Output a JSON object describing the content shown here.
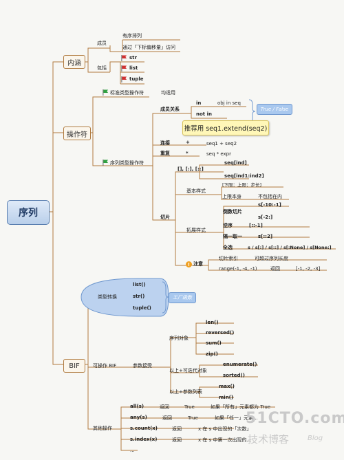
{
  "root": "序列",
  "neihan": {
    "label": "内涵",
    "chengyuan": "成员",
    "youxu": "有序排列",
    "tongguo": "通过「下标偏移量」访问",
    "baokuo": "包括",
    "types": [
      "str",
      "list",
      "tuple"
    ]
  },
  "caozuofu": {
    "label": "操作符",
    "biaozhun": "标准类型操作符",
    "junshiyong": "均适用",
    "xulie": "序列类型操作符",
    "chengyuan_guanxi": "成员关系",
    "in_kw": "in",
    "in_expr": "obj in seq",
    "notin_kw": "not in",
    "truefalse": "True / False",
    "callout": "推荐用 seq1.extend(seq2)",
    "lianjie": "连接",
    "plus": "+",
    "plus_expr": "seq1 + seq2",
    "chongfu": "重复",
    "star": "*",
    "star_expr": "seq * expr",
    "qiepian": "切片",
    "brackets": "[], [:], [::]",
    "seq_ind": "seq[ind]",
    "seq_ind2": "seq[ind1:ind2]",
    "jiben": "基本样式",
    "xiaxian": "[下限：上限：步长]",
    "shangxian": "上限本身",
    "bubaokuo": "不包括在内",
    "tuozhan": "拓展样式",
    "daoshu": "倒数切片",
    "s_neg10": "s[-10:-1]",
    "s_neg2": "s[-2:]",
    "nixu": "逆序",
    "rev": "[::-1]",
    "geyi": "隔一取一",
    "step2": "s[::2]",
    "quanxuan": "全选",
    "all_forms": "s / s[:] / s[::] / s[:None] / s[None:]",
    "zhuyi": "注意",
    "qiepian_suoyin": "切片索引",
    "kechaoguo": "可超过序列长度",
    "range_expr": "range(-1, -4, -1)",
    "fanhui": "返回",
    "range_result": "[-1, -2, -3]"
  },
  "bif": {
    "label": "BIF",
    "leixing": "类型转换",
    "conv": [
      "list()",
      "str()",
      "tuple()"
    ],
    "factory": "工厂函数",
    "kecaozuo": "可操作 BIF",
    "canshu": "参数接受",
    "xulie_obj": "序列对象",
    "seq_funcs": [
      "len()",
      "reversed()",
      "sum()",
      "zip()"
    ],
    "yishang_diedai": "以上+可迭代对象",
    "iter_funcs": [
      "enumerate()",
      "sorted()"
    ],
    "yishang_canshu": "以上+参数列表",
    "arg_funcs": [
      "max()",
      "min()"
    ],
    "qita": "其他操作",
    "other": [
      {
        "func": "all(s)",
        "ret": "返回",
        "val": "True",
        "desc": "如果「所有」元素都为 True"
      },
      {
        "func": "any(s)",
        "ret": "返回",
        "val": "True",
        "desc": "如果「任一」元素..."
      },
      {
        "func": "s.count(x)",
        "ret": "返回",
        "desc": "x 在 s 中出现的「次数」"
      },
      {
        "func": "s.index(x)",
        "ret": "返回",
        "desc": "x 在 s 中第一次出现的..."
      }
    ],
    "dots": "..."
  },
  "watermark": {
    "site": "51CTO.com",
    "sub": "技术博客",
    "blog": "Blog"
  },
  "colors": {
    "line": "#b07a3e",
    "node_border": "#b07a3e",
    "root_fill": "#c6d8ef",
    "tag": "#a9c8ee",
    "flag_red": "#d03030",
    "flag_green": "#30a040"
  }
}
